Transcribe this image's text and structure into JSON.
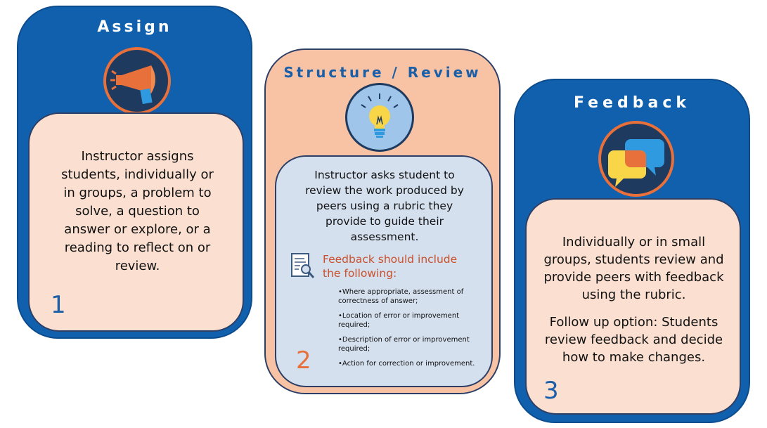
{
  "cards": [
    {
      "title": "Assign",
      "icon": "megaphone-icon",
      "text": "Instructor assigns students, individually or in groups, a problem to solve, a question to answer or explore, or a reading to reflect on or review.",
      "number": "1"
    },
    {
      "title": "Structure / Review",
      "icon": "lightbulb-icon",
      "text": "Instructor asks student to review the work produced by peers using a rubric they provide to guide their assessment.",
      "feedback_heading": "Feedback should include the following:",
      "feedback_icon": "document-magnifier-icon",
      "feedback_items": [
        "Where appropriate, assessment of correctness of answer;",
        "Location of error or improvement required;",
        "Description of error or improvement required;",
        "Action for correction or improvement."
      ],
      "number": "2"
    },
    {
      "title": "Feedback",
      "icon": "speech-bubbles-icon",
      "text": "Individually or in small groups, students review and provide peers with feedback using the rubric.",
      "text2": "Follow up option: Students review feedback and decide how to make changes.",
      "number": "3"
    }
  ],
  "colors": {
    "blue_card": "#1060ae",
    "peach_card": "#f7c3a4",
    "inner_peach": "#fbe0d1",
    "inner_blue": "#d5e0ef",
    "icon_navy": "#1e3a5f",
    "icon_orange_ring": "#e8703a",
    "accent_orange": "#c9502a"
  }
}
